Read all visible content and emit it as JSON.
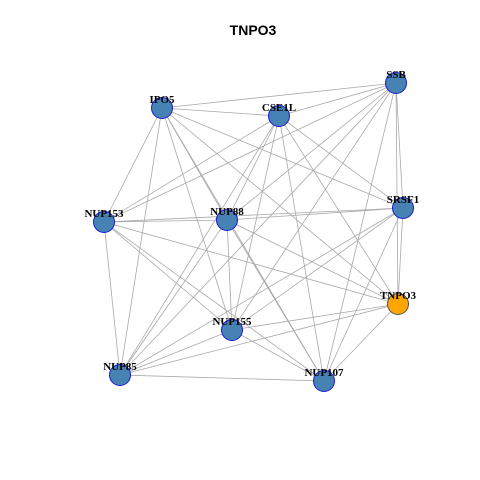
{
  "title": "TNPO3",
  "colors": {
    "node_fill": "#4682b4",
    "node_stroke": "#1a1acd",
    "highlight_fill": "#ffa500",
    "highlight_stroke": "#555555",
    "edge": "#a9a9a9"
  },
  "graph": {
    "nodes": [
      {
        "id": "SSB",
        "label": "SSB",
        "highlight": false
      },
      {
        "id": "IPO5",
        "label": "IPO5",
        "highlight": false
      },
      {
        "id": "CSE1L",
        "label": "CSE1L",
        "highlight": false
      },
      {
        "id": "SRSF1",
        "label": "SRSF1",
        "highlight": false
      },
      {
        "id": "NUP153",
        "label": "NUP153",
        "highlight": false
      },
      {
        "id": "NUP88",
        "label": "NUP88",
        "highlight": false
      },
      {
        "id": "TNPO3",
        "label": "TNPO3",
        "highlight": true
      },
      {
        "id": "NUP155",
        "label": "NUP155",
        "highlight": false
      },
      {
        "id": "NUP85",
        "label": "NUP85",
        "highlight": false
      },
      {
        "id": "NUP107",
        "label": "NUP107",
        "highlight": false
      }
    ],
    "edges": [
      [
        "SSB",
        "IPO5"
      ],
      [
        "SSB",
        "CSE1L"
      ],
      [
        "SSB",
        "SRSF1"
      ],
      [
        "SSB",
        "NUP153"
      ],
      [
        "SSB",
        "NUP88"
      ],
      [
        "SSB",
        "TNPO3"
      ],
      [
        "SSB",
        "NUP155"
      ],
      [
        "SSB",
        "NUP85"
      ],
      [
        "SSB",
        "NUP107"
      ],
      [
        "IPO5",
        "CSE1L"
      ],
      [
        "IPO5",
        "SRSF1"
      ],
      [
        "IPO5",
        "NUP153"
      ],
      [
        "IPO5",
        "NUP88"
      ],
      [
        "IPO5",
        "TNPO3"
      ],
      [
        "IPO5",
        "NUP155"
      ],
      [
        "IPO5",
        "NUP85"
      ],
      [
        "IPO5",
        "NUP107"
      ],
      [
        "CSE1L",
        "SRSF1"
      ],
      [
        "CSE1L",
        "NUP153"
      ],
      [
        "CSE1L",
        "NUP88"
      ],
      [
        "CSE1L",
        "TNPO3"
      ],
      [
        "CSE1L",
        "NUP155"
      ],
      [
        "CSE1L",
        "NUP85"
      ],
      [
        "CSE1L",
        "NUP107"
      ],
      [
        "SRSF1",
        "NUP153"
      ],
      [
        "SRSF1",
        "NUP88"
      ],
      [
        "SRSF1",
        "TNPO3"
      ],
      [
        "SRSF1",
        "NUP155"
      ],
      [
        "SRSF1",
        "NUP85"
      ],
      [
        "SRSF1",
        "NUP107"
      ],
      [
        "NUP153",
        "NUP88"
      ],
      [
        "NUP153",
        "TNPO3"
      ],
      [
        "NUP153",
        "NUP155"
      ],
      [
        "NUP153",
        "NUP85"
      ],
      [
        "NUP153",
        "NUP107"
      ],
      [
        "NUP88",
        "TNPO3"
      ],
      [
        "NUP88",
        "NUP155"
      ],
      [
        "NUP88",
        "NUP85"
      ],
      [
        "NUP88",
        "NUP107"
      ],
      [
        "TNPO3",
        "NUP155"
      ],
      [
        "TNPO3",
        "NUP85"
      ],
      [
        "TNPO3",
        "NUP107"
      ],
      [
        "NUP155",
        "NUP85"
      ],
      [
        "NUP155",
        "NUP107"
      ],
      [
        "NUP85",
        "NUP107"
      ]
    ]
  }
}
